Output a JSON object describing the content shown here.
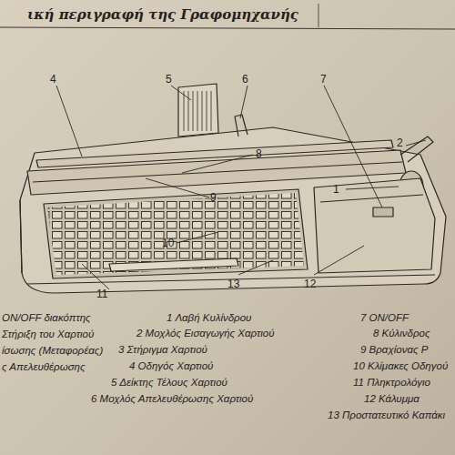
{
  "diagram": {
    "title": "ική περιγραφή της Γραφομηχανής",
    "labels": [
      "4",
      "5",
      "6",
      "7",
      "8",
      "2",
      "1",
      "9",
      "10",
      "11",
      "13",
      "12",
      "1 Λαβή Κυλίνδρου",
      "2 Μοχλός Εισαγωγής Χαρτιού",
      "3 Στήριγμα Χαρτιού",
      "4 Οδηγός Χαρτιού",
      "5 Δείκτης Τέλους Χαρτιού",
      "6 Μοχλός Απελευθέρωσης Χαρτιού",
      "7 ON/OFF",
      "8 Κύλινδρος",
      "9 Βραχίονας Ρ",
      "10 Κλίμακες Οδηγού",
      "11 Πληκτρολόγιο",
      "12 Κάλυμμα",
      "13 Προστατευτικό Καπάκι",
      "ON/OFF διακόπτης",
      "Στήριξη του Χαρτιού",
      "ίσωσης (Μεταφορέας)",
      "ς Απελευθέρωσης"
    ]
  }
}
